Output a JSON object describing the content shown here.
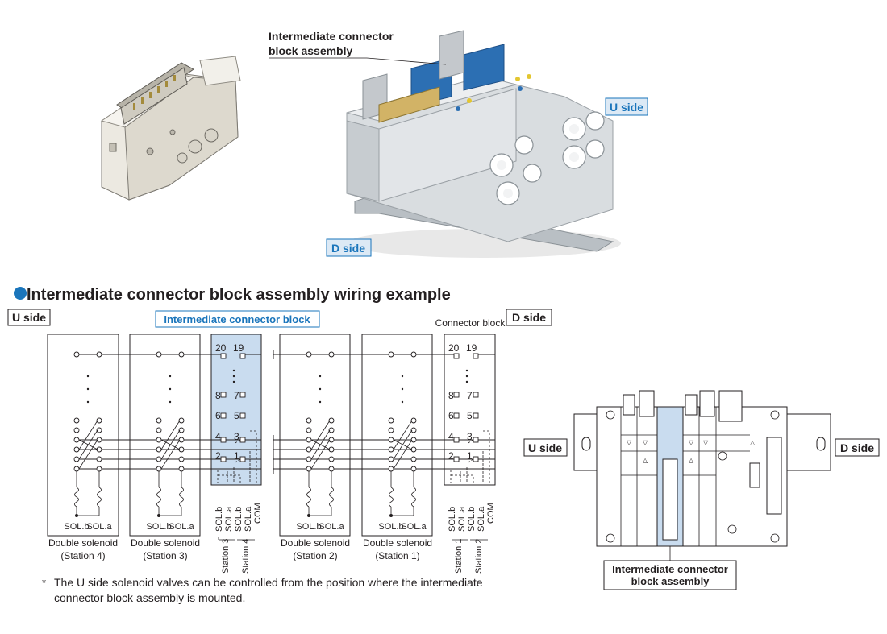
{
  "callouts": {
    "intermediate_top": [
      "Intermediate connector",
      "block assembly"
    ],
    "u_side": "U side",
    "d_side": "D side"
  },
  "section_title": "Intermediate connector block assembly wiring example",
  "wiring": {
    "u_side": "U side",
    "d_side": "D side",
    "intermediate_block": "Intermediate connector block",
    "connector_block": "Connector block",
    "stations": [
      {
        "type": "Double solenoid",
        "station": "(Station 4)"
      },
      {
        "type": "Double solenoid",
        "station": "(Station 3)"
      },
      {
        "type": "Double solenoid",
        "station": "(Station 2)"
      },
      {
        "type": "Double solenoid",
        "station": "(Station 1)"
      }
    ],
    "sol_b": "SOL.b",
    "sol_a": "SOL.a",
    "pins": {
      "p20": "20",
      "p19": "19",
      "p8": "8",
      "p7": "7",
      "p6": "6",
      "p5": "5",
      "p4": "4",
      "p3": "3",
      "p2": "2",
      "p1": "1"
    },
    "inter_pin_labels": [
      "SOL.b",
      "SOL.a",
      "SOL.b",
      "SOL.a",
      "COM"
    ],
    "inter_station_labels": [
      "Station 3",
      "Station 4"
    ],
    "conn_pin_labels": [
      "SOL.b",
      "SOL.a",
      "SOL.b",
      "SOL.a",
      "COM"
    ],
    "conn_station_labels": [
      "Station 1",
      "Station 2"
    ]
  },
  "top_view": {
    "u_side": "U side",
    "d_side": "D side",
    "callout": [
      "Intermediate connector",
      "block assembly"
    ]
  },
  "note": {
    "mark": "*",
    "lines": [
      "The U side solenoid valves can be controlled from the position where the intermediate",
      "connector block assembly is mounted."
    ]
  },
  "colors": {
    "accent": "#1a75bb",
    "highlight": "#c9dcef",
    "label_bg": "#dce9f5"
  }
}
